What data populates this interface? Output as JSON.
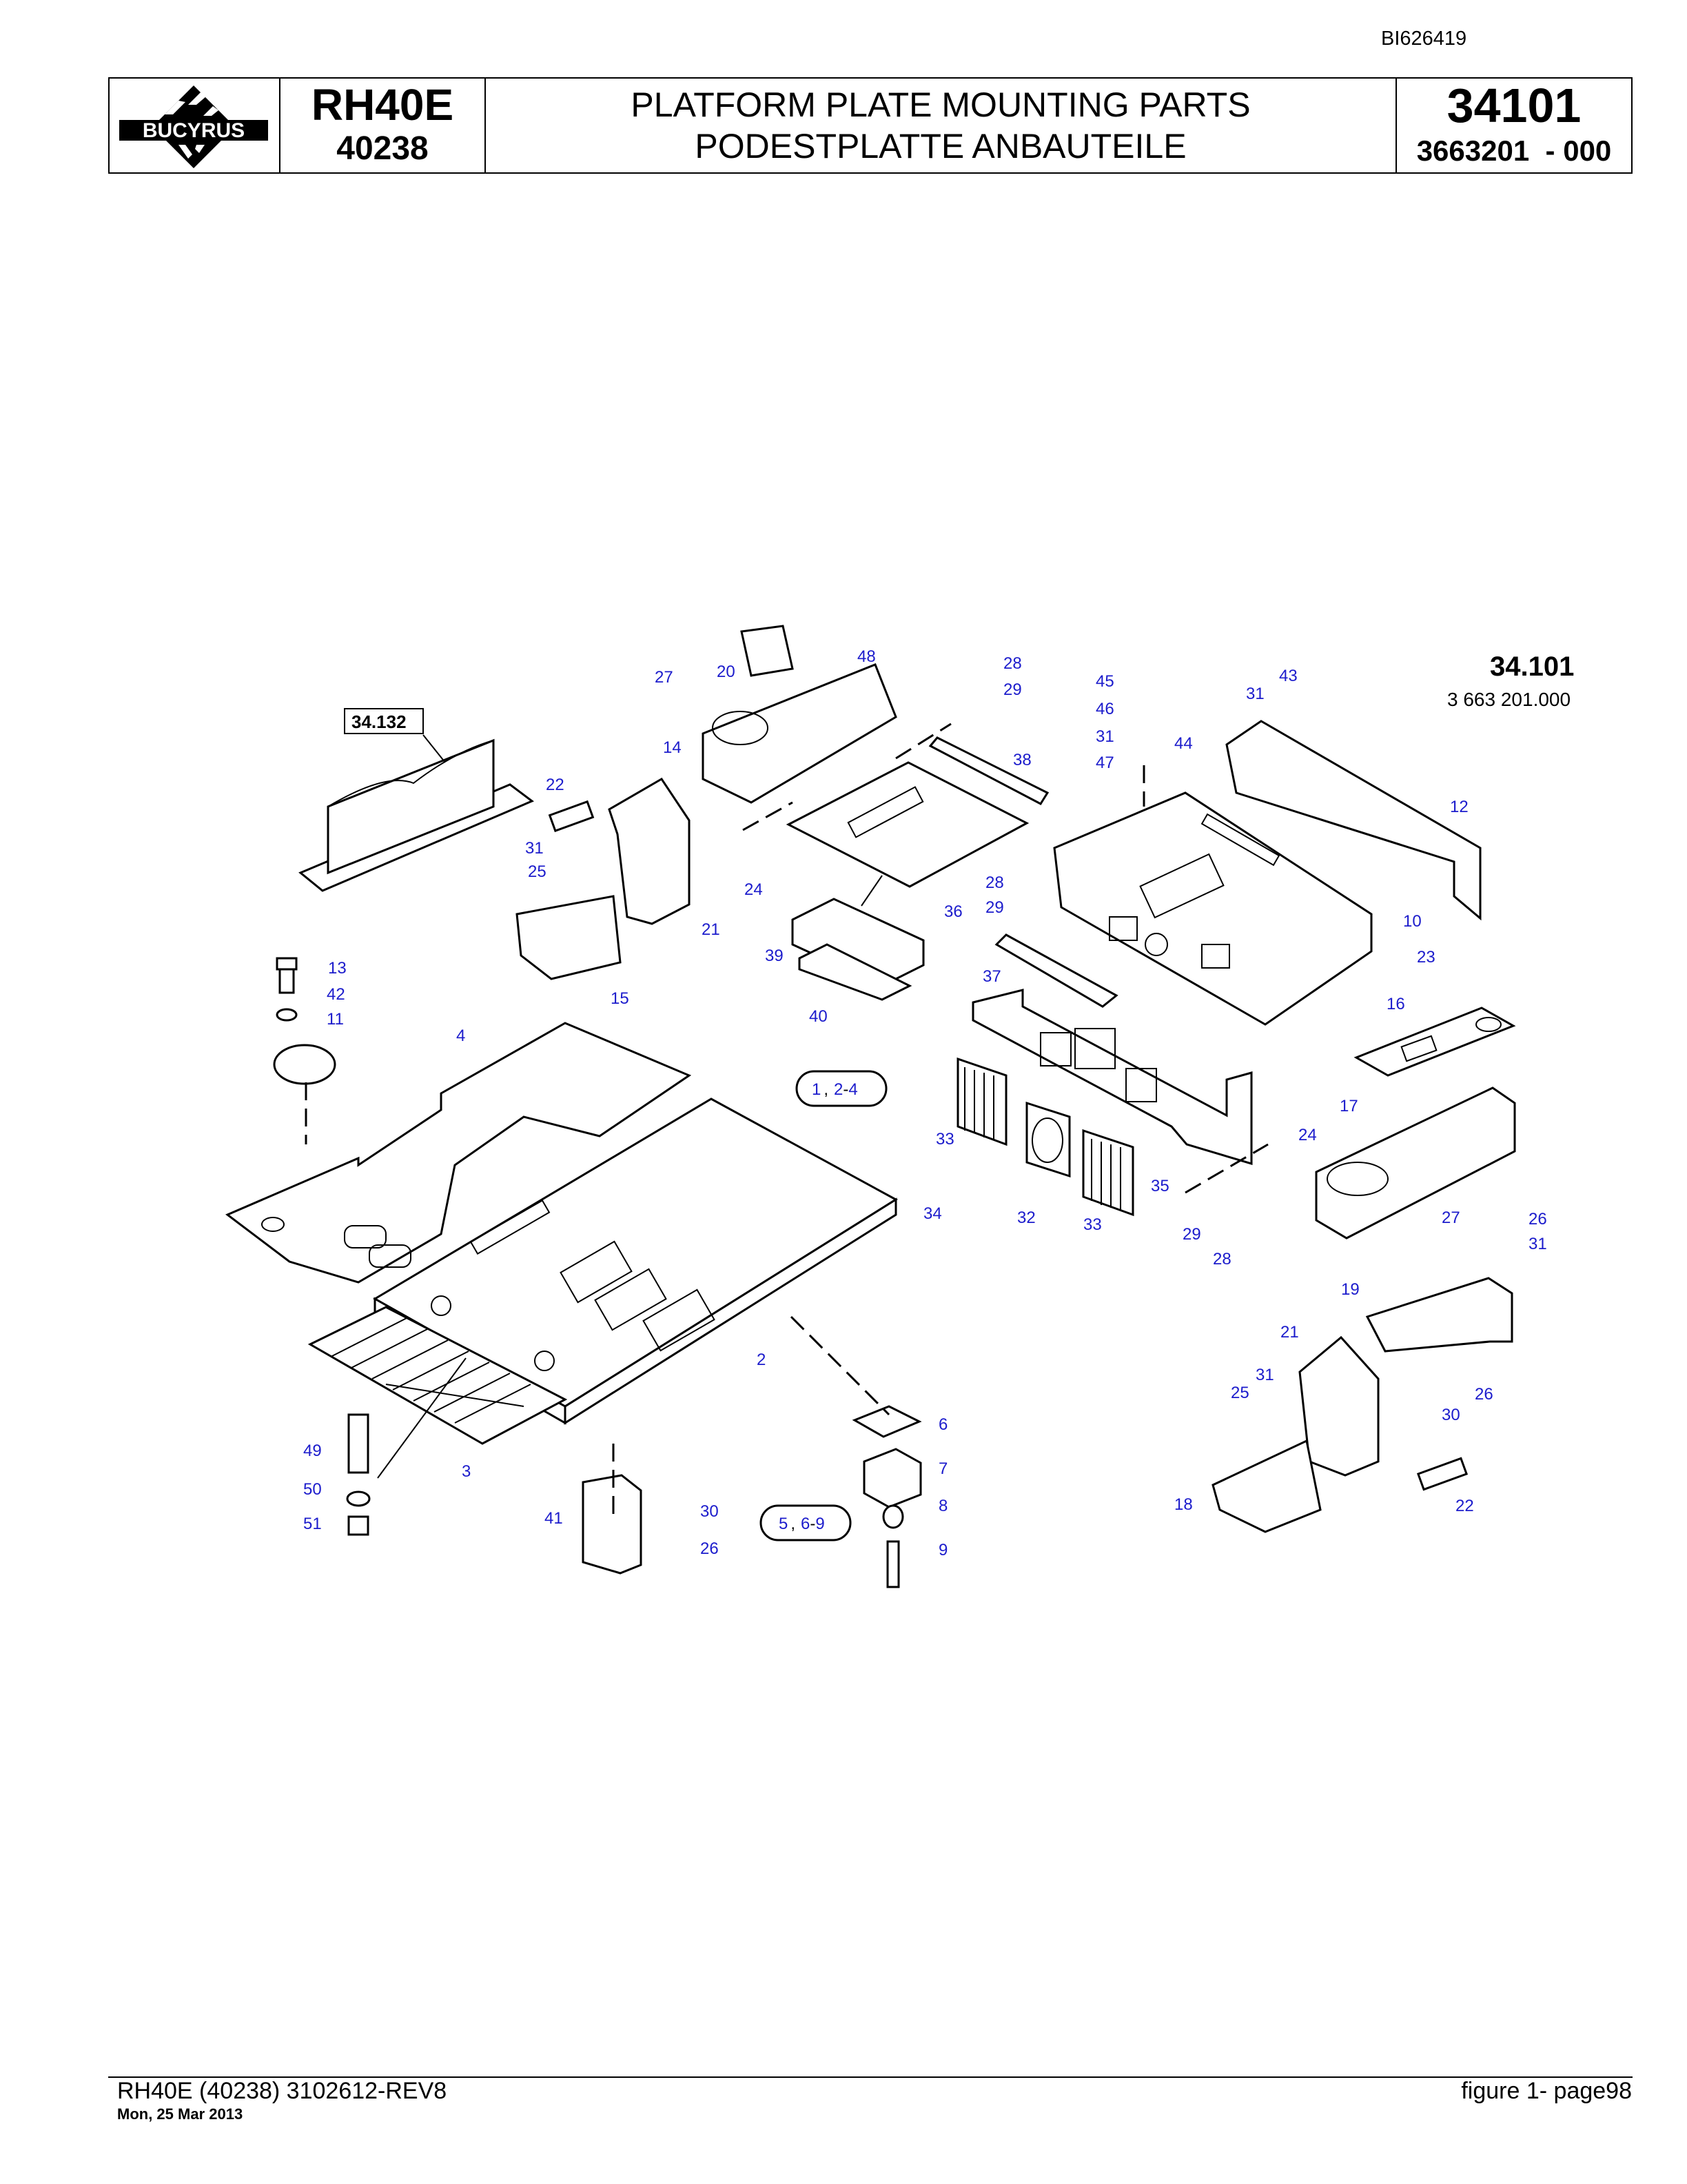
{
  "header": {
    "doc_id": "BI626419",
    "logo_text": "BUCYRUS",
    "model": "RH40E",
    "serial": "40238",
    "title_en": "PLATFORM PLATE MOUNTING PARTS",
    "title_de": "PODESTPLATTE ANBAUTEILE",
    "group_number": "34101",
    "part_number": "3663201  - 000"
  },
  "diagram": {
    "ref_group": "34.101",
    "ref_part": "3 663 201.000",
    "ref_box": "34.132",
    "callouts": [
      {
        "id": "c20",
        "text": "20"
      },
      {
        "id": "c48",
        "text": "48"
      },
      {
        "id": "c27a",
        "text": "27"
      },
      {
        "id": "c14",
        "text": "14"
      },
      {
        "id": "c28a",
        "text": "28"
      },
      {
        "id": "c29a",
        "text": "29"
      },
      {
        "id": "c38",
        "text": "38"
      },
      {
        "id": "c45",
        "text": "45"
      },
      {
        "id": "c46",
        "text": "46"
      },
      {
        "id": "c31a",
        "text": "31"
      },
      {
        "id": "c47",
        "text": "47"
      },
      {
        "id": "c44",
        "text": "44"
      },
      {
        "id": "c43",
        "text": "43"
      },
      {
        "id": "c31b",
        "text": "31"
      },
      {
        "id": "c12",
        "text": "12"
      },
      {
        "id": "c22a",
        "text": "22"
      },
      {
        "id": "c31c",
        "text": "31"
      },
      {
        "id": "c25a",
        "text": "25"
      },
      {
        "id": "c24a",
        "text": "24"
      },
      {
        "id": "c36",
        "text": "36"
      },
      {
        "id": "c28b",
        "text": "28"
      },
      {
        "id": "c29b",
        "text": "29"
      },
      {
        "id": "c21a",
        "text": "21"
      },
      {
        "id": "c39",
        "text": "39"
      },
      {
        "id": "c10",
        "text": "10"
      },
      {
        "id": "c13",
        "text": "13"
      },
      {
        "id": "c42",
        "text": "42"
      },
      {
        "id": "c15",
        "text": "15"
      },
      {
        "id": "c37",
        "text": "37"
      },
      {
        "id": "c23",
        "text": "23"
      },
      {
        "id": "c11",
        "text": "11"
      },
      {
        "id": "c40",
        "text": "40"
      },
      {
        "id": "c16",
        "text": "16"
      },
      {
        "id": "c4",
        "text": "4"
      },
      {
        "id": "c17",
        "text": "17"
      },
      {
        "id": "c33a",
        "text": "33"
      },
      {
        "id": "c24b",
        "text": "24"
      },
      {
        "id": "c35",
        "text": "35"
      },
      {
        "id": "c34",
        "text": "34"
      },
      {
        "id": "c32",
        "text": "32"
      },
      {
        "id": "c33b",
        "text": "33"
      },
      {
        "id": "c29c",
        "text": "29"
      },
      {
        "id": "c27b",
        "text": "27"
      },
      {
        "id": "c26a",
        "text": "26"
      },
      {
        "id": "c28c",
        "text": "28"
      },
      {
        "id": "c31d",
        "text": "31"
      },
      {
        "id": "c19",
        "text": "19"
      },
      {
        "id": "c2",
        "text": "2"
      },
      {
        "id": "c21b",
        "text": "21"
      },
      {
        "id": "c31e",
        "text": "31"
      },
      {
        "id": "c25b",
        "text": "25"
      },
      {
        "id": "c26b",
        "text": "26"
      },
      {
        "id": "c30a",
        "text": "30"
      },
      {
        "id": "c6",
        "text": "6"
      },
      {
        "id": "c49",
        "text": "49"
      },
      {
        "id": "c7",
        "text": "7"
      },
      {
        "id": "c3",
        "text": "3"
      },
      {
        "id": "c50",
        "text": "50"
      },
      {
        "id": "c8",
        "text": "8"
      },
      {
        "id": "c41",
        "text": "41"
      },
      {
        "id": "c30b",
        "text": "30"
      },
      {
        "id": "c51",
        "text": "51"
      },
      {
        "id": "c9",
        "text": "9"
      },
      {
        "id": "c26c",
        "text": "26"
      },
      {
        "id": "c18",
        "text": "18"
      },
      {
        "id": "c22b",
        "text": "22"
      }
    ],
    "group_labels": [
      {
        "id": "g1",
        "a": "1",
        "sep": ",",
        "b": "2",
        "dash": "-",
        "c": "4"
      },
      {
        "id": "g2",
        "a": "5",
        "sep": ",",
        "b": "6",
        "dash": "-",
        "c": "9"
      }
    ]
  },
  "footer": {
    "left": "RH40E (40238) 3102612-REV8",
    "date": "Mon, 25 Mar 2013",
    "right": "figure  1- page98"
  },
  "colors": {
    "callout": "#1c1ccc",
    "line": "#000000"
  }
}
